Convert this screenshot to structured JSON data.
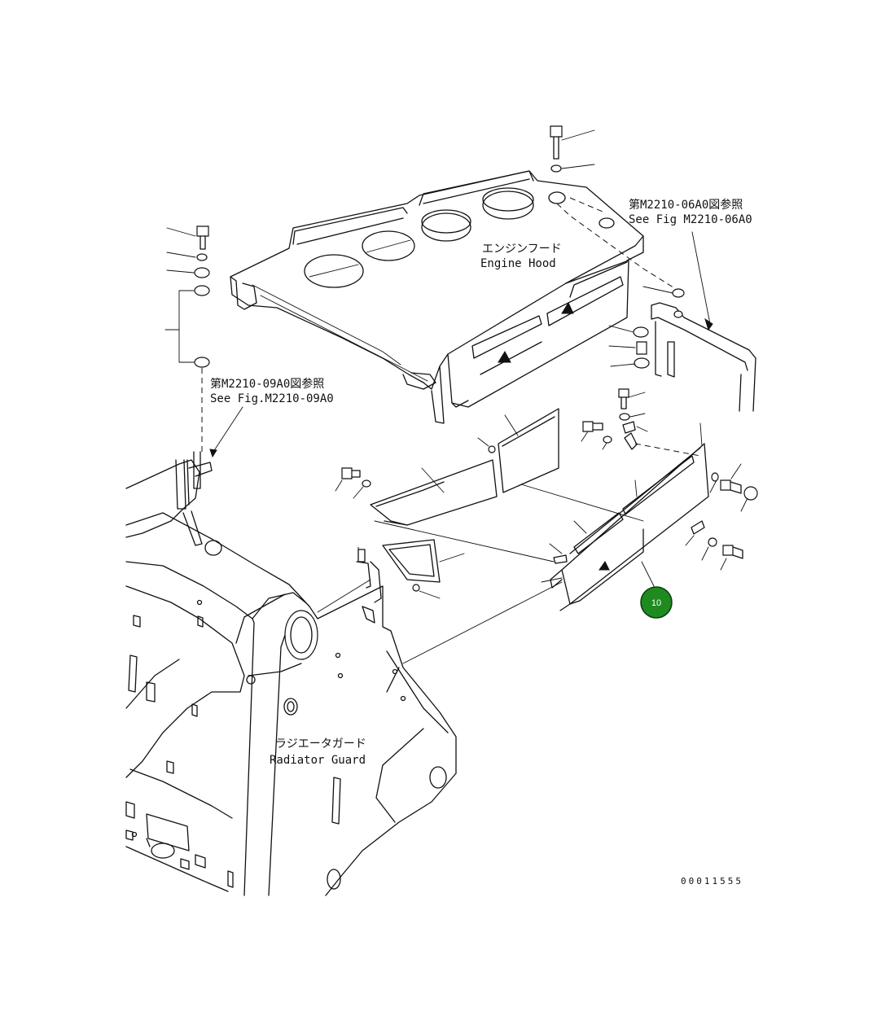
{
  "labels": {
    "engine_hood_jp": "エンジンフード",
    "engine_hood_en": "Engine Hood",
    "ref_top_jp": "第M2210-06A0図参照",
    "ref_top_en": "See Fig M2210-06A0",
    "ref_left_jp": "第M2210-09A0図参照",
    "ref_left_en": "See Fig.M2210-09A0",
    "radiator_guard_jp": "ラジエータガード",
    "radiator_guard_en": "Radiator Guard",
    "drawing_number": "00011555"
  },
  "callouts": [
    {
      "number": "10",
      "color": "#1f8a1f"
    }
  ]
}
